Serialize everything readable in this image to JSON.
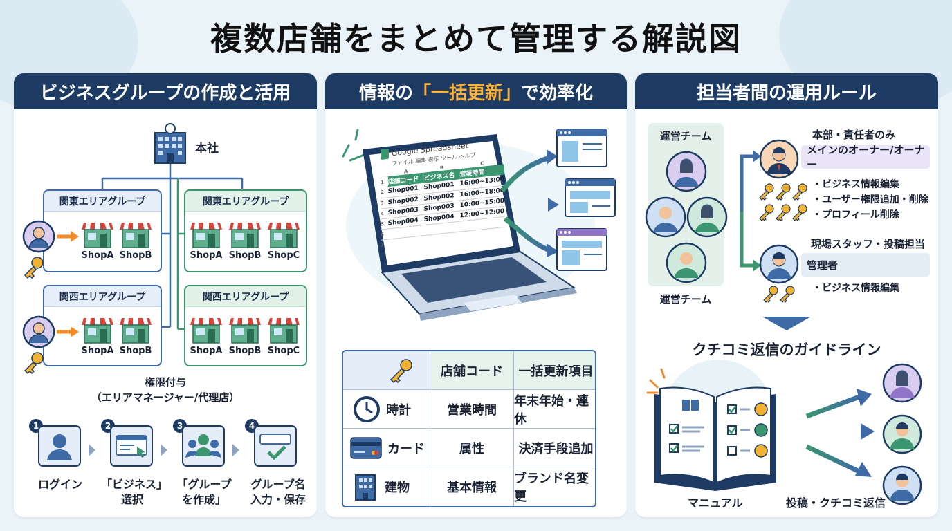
{
  "title": "複数店舗をまとめて管理する解説図",
  "panel1": {
    "header": "ビジネスグループの作成と活用",
    "hq": "本社",
    "groups": [
      {
        "name": "関東エリアグループ",
        "shops": [
          "ShopA",
          "ShopB"
        ]
      },
      {
        "name": "関西エリアグループ",
        "shops": [
          "ShopA",
          "ShopB"
        ]
      },
      {
        "name": "関東エリアグループ",
        "shops": [
          "ShopA",
          "ShopB",
          "ShopC"
        ]
      },
      {
        "name": "関西エリアグループ",
        "shops": [
          "ShopA",
          "ShopB",
          "ShopC"
        ]
      }
    ],
    "grant_line1": "権限付与",
    "grant_line2": "（エリアマネージャー/代理店）",
    "steps": [
      {
        "num": "1",
        "line1": "ログイン",
        "line2": ""
      },
      {
        "num": "2",
        "line1": "「ビジネス」",
        "line2": "選択"
      },
      {
        "num": "3",
        "line1": "「グループ",
        "line2": "を作成」"
      },
      {
        "num": "4",
        "line1": "グループ名",
        "line2": "入力・保存"
      }
    ]
  },
  "panel2": {
    "header_pre": "情報の",
    "header_hl": "「一括更新」",
    "header_post": "で効率化",
    "sheet": {
      "app_title": "Google Spreadsheet",
      "menu": "ファイル 編集 表示 ツール ヘルプ",
      "cols": [
        "A",
        "B",
        "C"
      ],
      "headers": [
        "店舗コード",
        "ビジネス名",
        "営業時間"
      ],
      "rows": [
        [
          "Shop001",
          "Shop001",
          "16:00~13:00"
        ],
        [
          "Shop002",
          "Shop002",
          "16:00~18:00"
        ],
        [
          "Shop003",
          "Shop003",
          "10:00~15:00"
        ],
        [
          "Shop004",
          "Shop004",
          "12:00~12:00"
        ]
      ],
      "row_nums": [
        "1",
        "2",
        "3",
        "4",
        "5",
        "6",
        "7"
      ]
    },
    "table": {
      "head": [
        "店舗コード",
        "一括更新項目"
      ],
      "rows": [
        {
          "icon": "clock-icon",
          "label": "時計",
          "col1": "営業時間",
          "col2": "年末年始・連休"
        },
        {
          "icon": "card-icon",
          "label": "カード",
          "col1": "属性",
          "col2": "決済手段追加"
        },
        {
          "icon": "building-icon",
          "label": "建物",
          "col1": "基本情報",
          "col2": "ブランド名変更"
        }
      ]
    }
  },
  "panel3": {
    "header": "担当者間の運用ルール",
    "team_top": "運営チーム",
    "team_bottom": "運営チーム",
    "owner": {
      "caption": "本部・責任者のみ",
      "role": "メインのオーナー/オーナー",
      "bullets": [
        "・ビジネス情報編集",
        "・ユーザー権限追加・削除",
        "・プロフィール削除"
      ]
    },
    "manager": {
      "caption": "現場スタッフ・投稿担当",
      "role": "管理者",
      "bullets": [
        "・ビジネス情報編集"
      ]
    },
    "guideline_title": "クチコミ返信のガイドライン",
    "manual": "マニュアル",
    "reply": "投稿・クチコミ返信"
  },
  "colors": {
    "navy": "#1d3b63",
    "accent": "#ffb238",
    "blue": "#3e6aa6",
    "green": "#3c9670"
  }
}
